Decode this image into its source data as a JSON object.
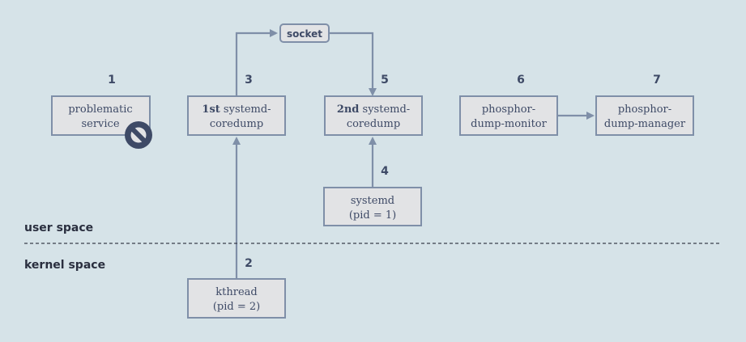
{
  "nodes": {
    "problematic_service": {
      "line1": "problematic",
      "line2": "service"
    },
    "coredump_1st": {
      "line1_bold": "1st",
      "line1_rest": " systemd-",
      "line2": "coredump"
    },
    "coredump_2nd": {
      "line1_bold": "2nd",
      "line1_rest": " systemd-",
      "line2": "coredump"
    },
    "dump_monitor": {
      "line1": "phosphor-",
      "line2": "dump-monitor"
    },
    "dump_manager": {
      "line1": "phosphor-",
      "line2": "dump-manager"
    },
    "systemd": {
      "line1": "systemd",
      "line2": "(pid = 1)"
    },
    "kthread": {
      "line1": "kthread",
      "line2": "(pid = 2)"
    }
  },
  "socket": {
    "label": "socket"
  },
  "steps": {
    "s1": "1",
    "s2": "2",
    "s3": "3",
    "s4": "4",
    "s5": "5",
    "s6": "6",
    "s7": "7"
  },
  "regions": {
    "user_space": "user space",
    "kernel_space": "kernel space"
  },
  "colors": {
    "background": "#d6e3e8",
    "box_fill": "#e2e3e5",
    "box_stroke": "#7f8fa8",
    "text": "#3e4a66",
    "no_entry_icon": "#3e4a66"
  },
  "icons": {
    "blocked": "no-entry-icon"
  }
}
